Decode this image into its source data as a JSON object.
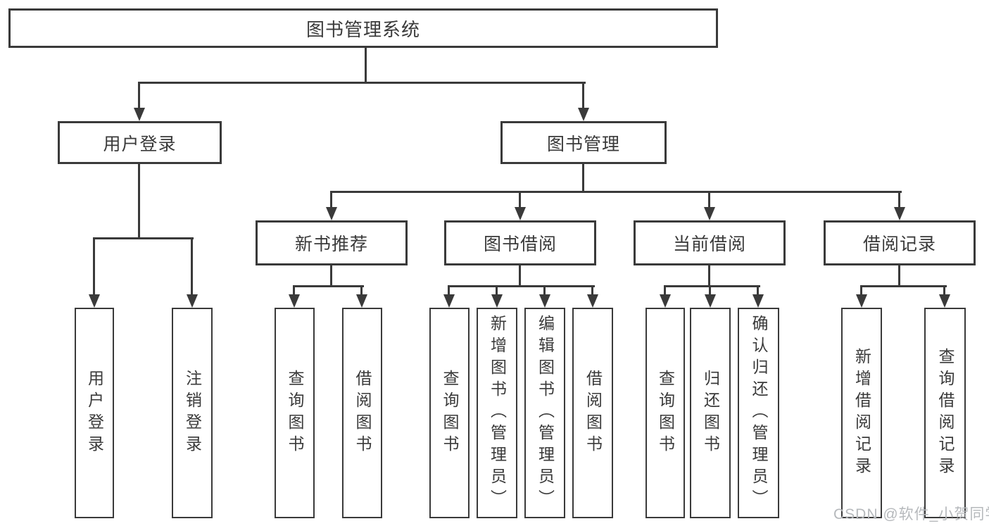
{
  "diagram_title": "图书管理系统",
  "tree": {
    "label": "图书管理系统",
    "children": [
      {
        "label": "用户登录",
        "children": [
          {
            "label": "用户登录"
          },
          {
            "label": "注销登录"
          }
        ]
      },
      {
        "label": "图书管理",
        "children": [
          {
            "label": "新书推荐",
            "children": [
              {
                "label": "查询图书"
              },
              {
                "label": "借阅图书"
              }
            ]
          },
          {
            "label": "图书借阅",
            "children": [
              {
                "label": "查询图书"
              },
              {
                "label": "新增图书（管理员）"
              },
              {
                "label": "编辑图书（管理员）"
              },
              {
                "label": "借阅图书"
              }
            ]
          },
          {
            "label": "当前借阅",
            "children": [
              {
                "label": "查询图书"
              },
              {
                "label": "归还图书"
              },
              {
                "label": "确认归还（管理员）"
              }
            ]
          },
          {
            "label": "借阅记录",
            "children": [
              {
                "label": "新增借阅记录"
              },
              {
                "label": "查询借阅记录"
              }
            ]
          }
        ]
      }
    ]
  },
  "watermark": {
    "text": "CSDN @软件_小贺同学"
  },
  "colors": {
    "line": "#3a3a3a",
    "text": "#3a3a3a",
    "box_fill": "#ffffff",
    "background": "#ffffff",
    "watermark": "#b6b9bc"
  }
}
